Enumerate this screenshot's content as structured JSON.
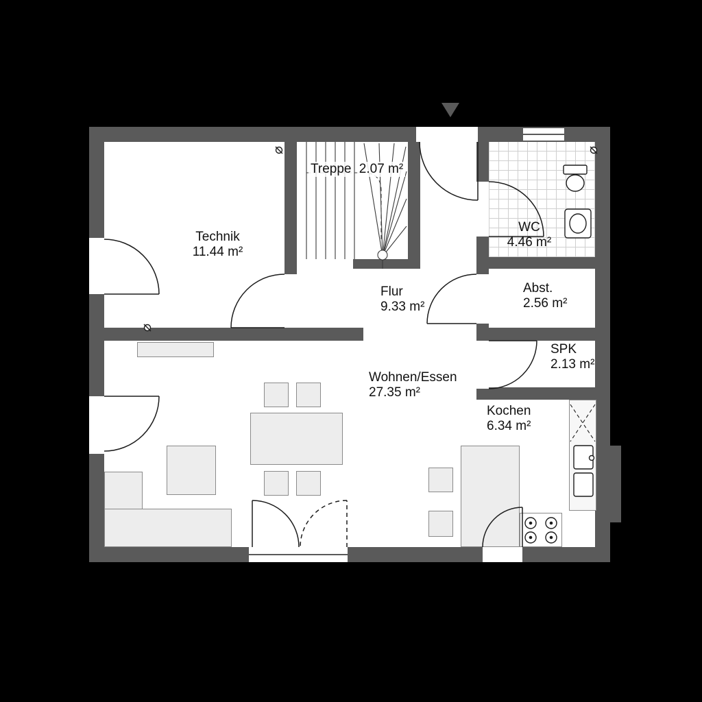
{
  "plan": {
    "rooms": {
      "treppe": {
        "name": "Treppe",
        "area": "2.07 m²"
      },
      "technik": {
        "name": "Technik",
        "area": "11.44 m²"
      },
      "wc": {
        "name": "WC",
        "area": "4.46 m²"
      },
      "flur": {
        "name": "Flur",
        "area": "9.33 m²"
      },
      "abst": {
        "name": "Abst.",
        "area": "2.56 m²"
      },
      "spk": {
        "name": "SPK",
        "area": "2.13 m²"
      },
      "wohnen": {
        "name": "Wohnen/Essen",
        "area": "27.35 m²"
      },
      "kochen": {
        "name": "Kochen",
        "area": "6.34 m²"
      }
    }
  },
  "colors": {
    "background": "#000000",
    "wall": "#5a5a5a",
    "floor": "#ffffff",
    "furniture": "#ededed",
    "outline": "#8a8a8a",
    "line": "#1c1c1c",
    "tile": "#cfcfcf",
    "text": "#111111"
  }
}
